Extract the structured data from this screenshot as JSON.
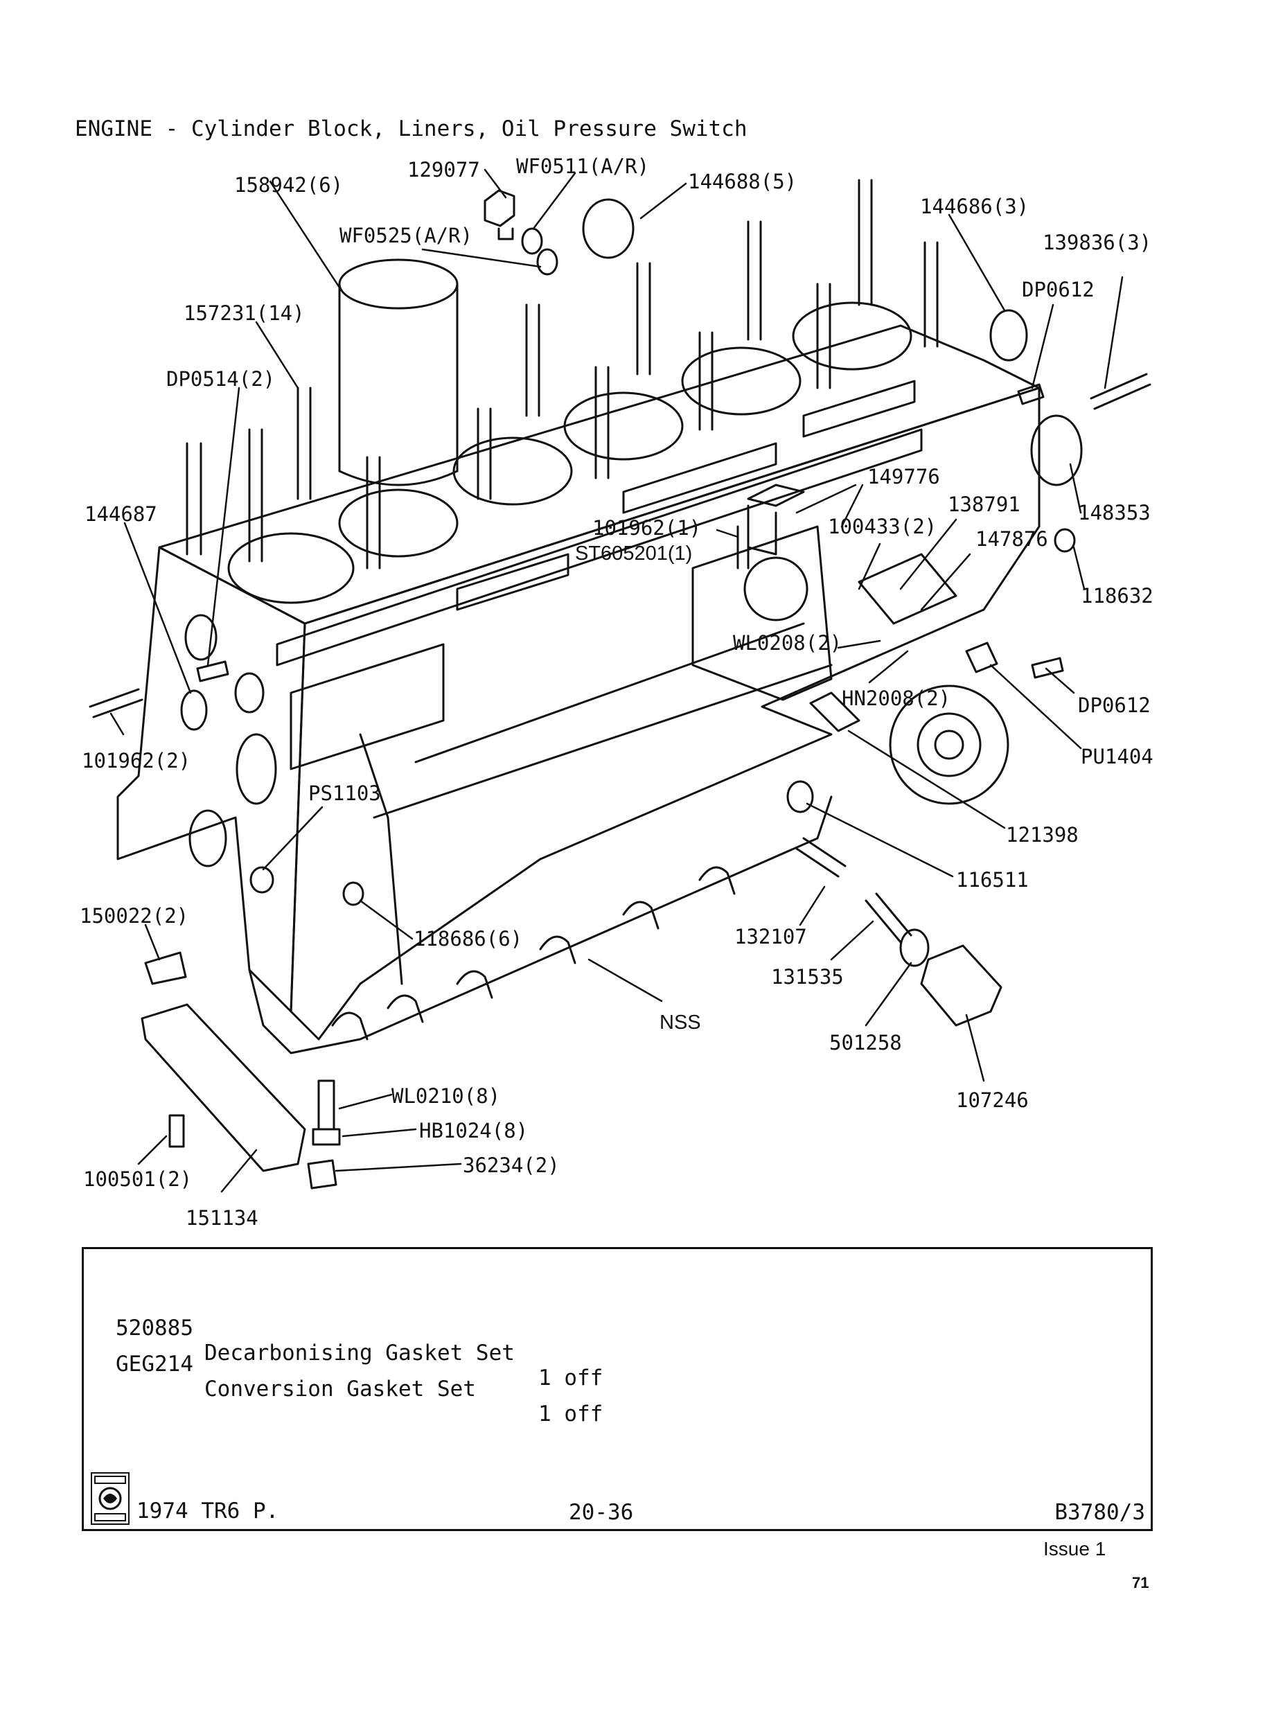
{
  "title": "ENGINE - Cylinder Block, Liners, Oil Pressure Switch",
  "callouts": {
    "p158942": "158942(6)",
    "p129077": "129077",
    "pWF0511": "WF0511(A/R)",
    "p144688": "144688(5)",
    "pWF0525": "WF0525(A/R)",
    "p144686": "144686(3)",
    "p139836": "139836(3)",
    "pDP0612a": "DP0612",
    "p157231": "157231(14)",
    "pDP0514": "DP0514(2)",
    "p144687": "144687",
    "p149776": "149776",
    "p101962a": "101962(1)",
    "pST605201": "ST605201(1)",
    "p100433": "100433(2)",
    "p138791": "138791",
    "p147876": "147876",
    "p148353": "148353",
    "p118632": "118632",
    "pWL0208": "WL0208(2)",
    "pHN2008": "HN2008(2)",
    "pDP0612b": "DP0612",
    "pPU1404": "PU1404",
    "p101962b": "101962(2)",
    "pPS1103": "PS1103",
    "p121398": "121398",
    "p116511": "116511",
    "p150022": "150022(2)",
    "p118686": "118686(6)",
    "p132107": "132107",
    "p131535": "131535",
    "pNSS": "NSS",
    "p501258": "501258",
    "p107246": "107246",
    "pWL0210": "WL0210(8)",
    "pHB1024": "HB1024(8)",
    "p36234": "36234(2)",
    "p100501": "100501(2)",
    "p151134": "151134"
  },
  "kits": [
    {
      "code": "520885",
      "description": "Decarbonising Gasket Set",
      "qty": "1 off"
    },
    {
      "code": "GEG214",
      "description": "Conversion Gasket Set",
      "qty": "1 off"
    }
  ],
  "footer": {
    "model": "1974 TR6 P.",
    "page_ref": "20-36",
    "doc_ref": "B3780/3"
  },
  "issue": "Issue 1",
  "page_number": "71"
}
